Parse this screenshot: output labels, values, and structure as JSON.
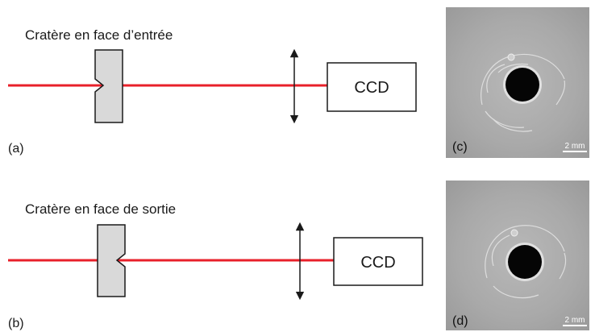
{
  "setups": [
    {
      "caption": "Cratère en face d’entrée",
      "label": "(a)",
      "detector": "CCD",
      "crater_side": "entrance"
    },
    {
      "caption": "Cratère en face de sortie",
      "label": "(b)",
      "detector": "CCD",
      "crater_side": "exit"
    }
  ],
  "photos": [
    {
      "label": "(c)",
      "scale_bar": "2 mm"
    },
    {
      "label": "(d)",
      "scale_bar": "2 mm"
    }
  ],
  "colors": {
    "beam": "#e8202a",
    "sample_fill": "#d9d9d9",
    "outline": "#1a1a1a"
  }
}
